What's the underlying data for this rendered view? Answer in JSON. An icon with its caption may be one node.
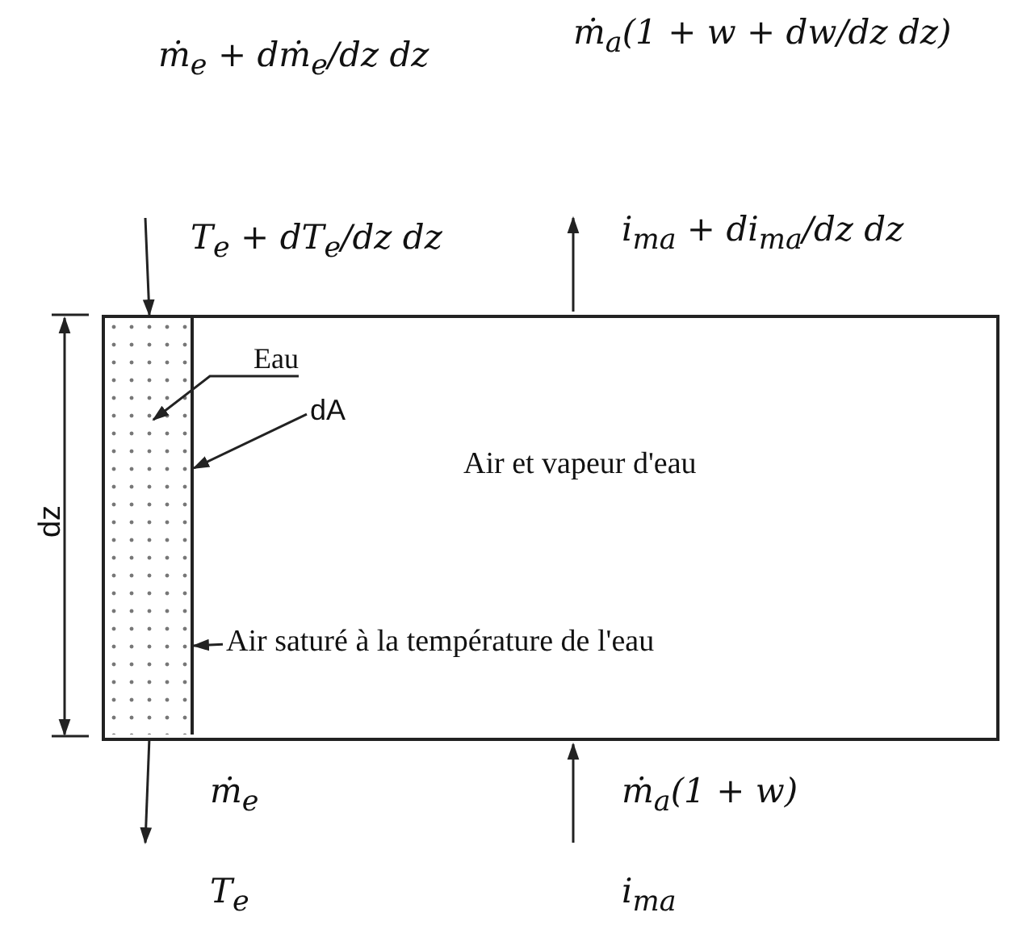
{
  "diagram": {
    "nodes": [
      {
        "text": [
          "Air et vapeur d'eau"
        ]
      },
      {
        "text": [],
        "shape": "box",
        "in": 0
      },
      {
        "text": [
          "Eau"
        ],
        "in": 0
      },
      {
        "text": [
          "dA"
        ],
        "in": 0
      },
      {
        "text": [
          "Air saturé à la température de l'eau"
        ],
        "in": 0
      }
    ],
    "edges": [
      {
        "from": null,
        "to": 1,
        "arrow": "to"
      },
      {
        "from": 0,
        "to": null,
        "arrow": "to"
      },
      {
        "from": 1,
        "to": null,
        "arrow": "to"
      },
      {
        "from": null,
        "to": 0,
        "arrow": "to"
      },
      {
        "from": 2,
        "to": 1,
        "arrow": "to"
      },
      {
        "from": 3,
        "to": 1,
        "arrow": "to"
      },
      {
        "from": 4,
        "to": 1,
        "arrow": "to"
      }
    ],
    "labels": [
      "ṁ$_{e}$ + dṁ$_{e}$/dz dz",
      "ṁ$_{a}$(1 + w + dw/dz dz)",
      "T$_{e}$ + dT$_{e}$/dz dz",
      "i$_{ma}$ + di$_{ma}$/dz dz",
      "dz",
      "ṁ$_{e}$",
      "ṁ$_{a}$(1 + w)",
      "T$_{e}$",
      "i$_{ma}$"
    ]
  }
}
